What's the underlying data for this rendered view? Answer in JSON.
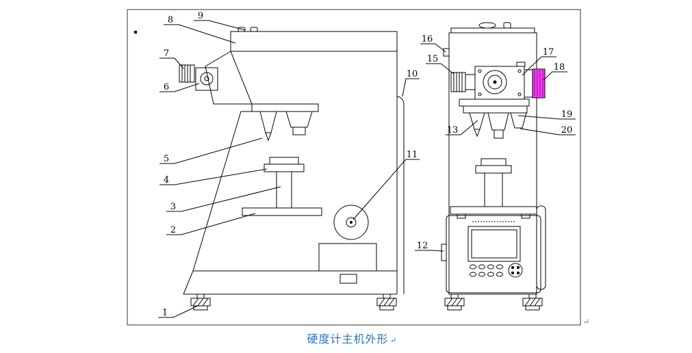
{
  "figure": {
    "caption": "硬度计主机外形",
    "caption_pilcrow": "↵",
    "end_pilcrow": "↵"
  },
  "colors": {
    "line": "#000000",
    "background": "#FFFFFF",
    "caption_blue": "#2E74B5",
    "magenta": "#EE3FEE",
    "magenta_dark": "#A800A8"
  },
  "callouts": {
    "c1": "1",
    "c2": "2",
    "c3": "3",
    "c4": "4",
    "c5": "5",
    "c6": "6",
    "c7": "7",
    "c8": "8",
    "c9": "9",
    "c10": "10",
    "c11": "11",
    "c12": "12",
    "c13": "13",
    "c15": "15",
    "c16": "16",
    "c17": "17",
    "c18": "18",
    "c19": "19",
    "c20": "20"
  }
}
